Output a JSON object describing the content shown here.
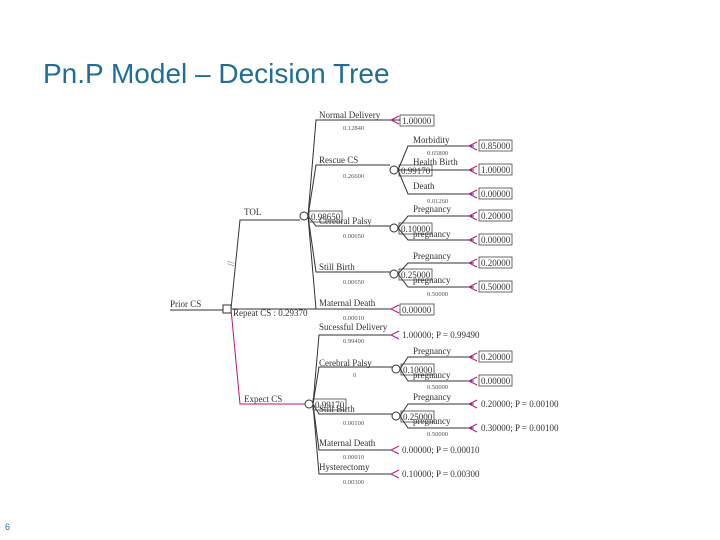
{
  "slide": {
    "title": "Pn.P Model – Decision Tree",
    "page_number": "6"
  },
  "tree": {
    "root": {
      "label": "Prior CS"
    },
    "branches": {
      "tol": "TOL",
      "repeat_cs": "Repeat CS : 0.29370",
      "expect_cs": "Expect CS"
    },
    "top": {
      "normal_delivery": "Normal Delivery",
      "normal_delivery_p": "0.12840",
      "normal_delivery_v": "1.00000",
      "rescue_cs": "Rescue CS",
      "rescue_cs_p": "0.26600",
      "rescue_cs_v": "0.99170",
      "morbidity": "Morbidity",
      "morbidity_p": "0.65800",
      "morbidity_v": "0.85000",
      "healthy_birth": "Health Birth",
      "healthy_birth_v": "1.00000",
      "death": "Death",
      "death_p": "0.01260",
      "death_v": "0.00000",
      "tol_value": "0.98650",
      "pregnancy1": "Pregnancy",
      "pregnancy1_v": "0.20000",
      "cerebral_palsy": "Cerebral Palsy",
      "cerebral_palsy_p": "0.00650",
      "cerebral_palsy_v": "0.10000",
      "pregnancy2": "pregnancy",
      "pregnancy2_v": "0.00000",
      "pregnancy3": "Pregnancy",
      "pregnancy3_v": "0.20000",
      "still_birth": "Still Birth",
      "still_birth_p": "0.00650",
      "still_birth_v": "0.25000",
      "pregnancy4": "pregnancy",
      "pregnancy4_p": "0.50000",
      "pregnancy4_v": "0.50000",
      "maternal_death": "Maternal Death",
      "maternal_death_p": "0.00010",
      "maternal_death_v": "0.00000"
    },
    "bottom": {
      "successful_delivery": "Sucessful Delivery",
      "successful_delivery_p": "0.99490",
      "successful_delivery_v": "1.00000; P = 0.99490",
      "pregnancy5": "Pregnancy",
      "pregnancy5_v": "0.20000",
      "cerebral_palsy": "Cerebral Palsy",
      "cerebral_palsy_p": "0",
      "cerebral_palsy_v": "0.10000",
      "pregnancy6": "pregnancy",
      "pregnancy6_p": "0.50000",
      "pregnancy6_v": "0.00000",
      "expect_value": "0.99170",
      "pregnancy7": "Pregnancy",
      "pregnancy7_v": "0.20000; P = 0.00100",
      "still_birth": "Still Birth",
      "still_birth_p": "0.00100",
      "still_birth_v": "0.25000",
      "pregnancy8": "pregnancy",
      "pregnancy8_p": "0.50000",
      "pregnancy8_v": "0.30000; P = 0.00100",
      "maternal_death": "Maternal Death",
      "maternal_death_p": "0.00010",
      "maternal_death_v": "0.00000; P = 0.00010",
      "hysterectomy": "Hysterectomy",
      "hysterectomy_p": "0.00300",
      "hysterectomy_v": "0.10000; P = 0.00300"
    }
  }
}
